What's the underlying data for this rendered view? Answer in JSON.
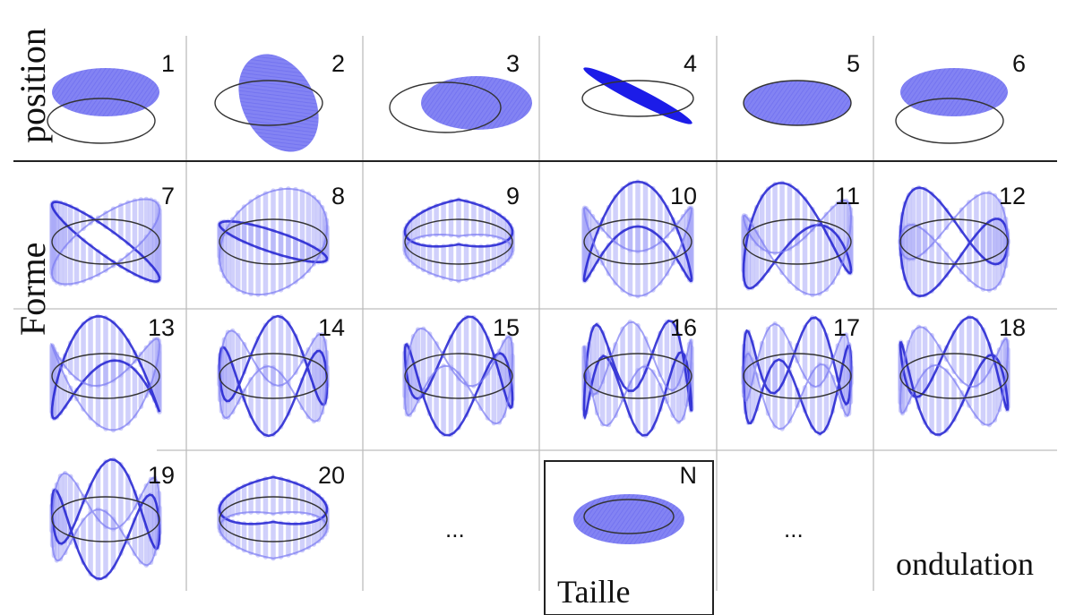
{
  "labels": {
    "position": "position",
    "forme": "Forme",
    "taille": "Taille",
    "ondulation": "ondulation",
    "ellipsis": "..."
  },
  "colors": {
    "fill": "#7b7bf2",
    "fill_light": "#a9a9f7",
    "stroke_dark": "#2020d0",
    "outline": "#333333",
    "grid": "#bdbdbd"
  },
  "cells": [
    {
      "label": "1",
      "kind": "position",
      "shape": "offset-up"
    },
    {
      "label": "2",
      "kind": "position",
      "shape": "rotated"
    },
    {
      "label": "3",
      "kind": "position",
      "shape": "offset-right"
    },
    {
      "label": "4",
      "kind": "position",
      "shape": "thin-diagonal"
    },
    {
      "label": "5",
      "kind": "position",
      "shape": "same"
    },
    {
      "label": "6",
      "kind": "position",
      "shape": "offset-up"
    },
    {
      "label": "7",
      "kind": "forme",
      "harmonic": 1
    },
    {
      "label": "8",
      "kind": "forme",
      "harmonic": 1
    },
    {
      "label": "9",
      "kind": "forme",
      "harmonic": 0
    },
    {
      "label": "10",
      "kind": "forme",
      "harmonic": 2
    },
    {
      "label": "11",
      "kind": "forme",
      "harmonic": 2
    },
    {
      "label": "12",
      "kind": "forme",
      "harmonic": 2
    },
    {
      "label": "13",
      "kind": "forme",
      "harmonic": 2
    },
    {
      "label": "14",
      "kind": "forme",
      "harmonic": 3
    },
    {
      "label": "15",
      "kind": "forme",
      "harmonic": 3
    },
    {
      "label": "16",
      "kind": "forme",
      "harmonic": 4
    },
    {
      "label": "17",
      "kind": "forme",
      "harmonic": 4
    },
    {
      "label": "18",
      "kind": "forme",
      "harmonic": 3
    },
    {
      "label": "19",
      "kind": "forme",
      "harmonic": 3
    },
    {
      "label": "20",
      "kind": "forme",
      "harmonic": 0
    },
    {
      "label": "...",
      "kind": "ellipsis"
    },
    {
      "label": "N",
      "kind": "taille"
    },
    {
      "label": "...",
      "kind": "ellipsis"
    },
    {
      "label": "",
      "kind": "ondulation"
    }
  ]
}
